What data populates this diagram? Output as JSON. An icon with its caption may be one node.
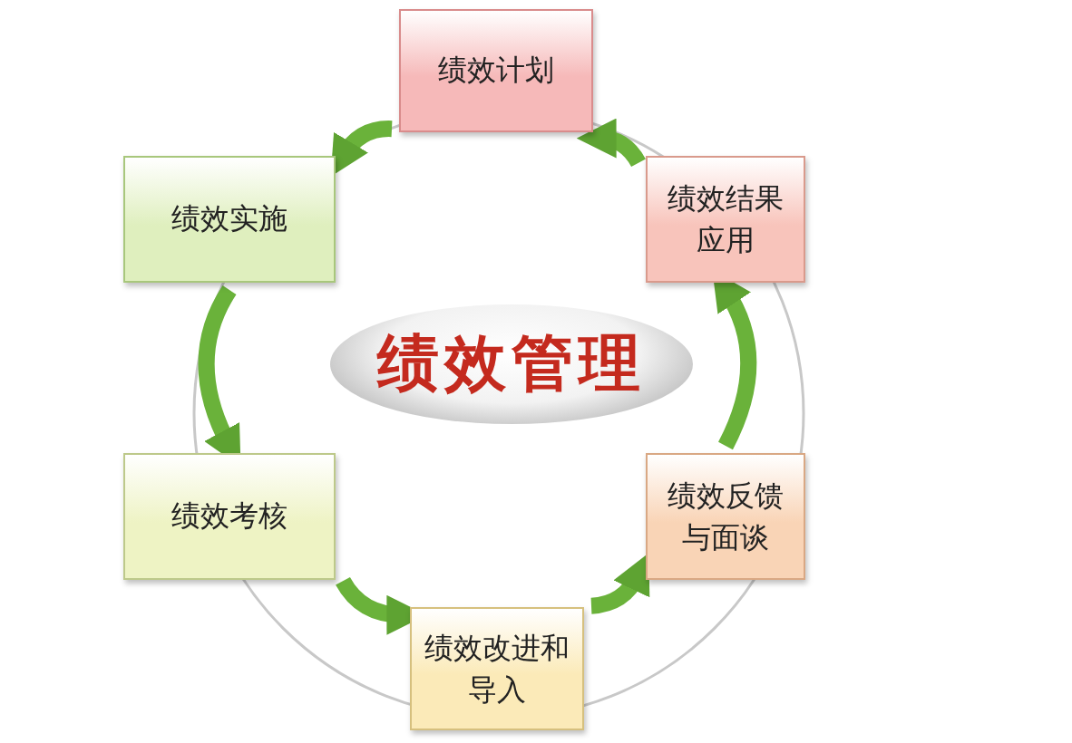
{
  "diagram": {
    "nodes": [
      {
        "text": [
          "绩效计划"
        ]
      },
      {
        "text": [
          "绩效实施"
        ]
      },
      {
        "text": [
          "绩效结果应用"
        ]
      },
      {
        "text": [
          "绩效管理"
        ]
      },
      {
        "text": [
          "绩效考核"
        ]
      },
      {
        "text": [
          "绩效反馈与面谈"
        ]
      },
      {
        "text": [
          "绩效改进和导入"
        ]
      }
    ],
    "edges": [
      {
        "from": 0,
        "to": 1,
        "arrow": "to"
      },
      {
        "from": 1,
        "to": 4,
        "arrow": "to"
      },
      {
        "from": 4,
        "to": 6,
        "arrow": "to"
      },
      {
        "from": 6,
        "to": 5,
        "arrow": "to"
      },
      {
        "from": 5,
        "to": 2,
        "arrow": "to"
      },
      {
        "from": 2,
        "to": 0,
        "arrow": "to"
      }
    ]
  }
}
